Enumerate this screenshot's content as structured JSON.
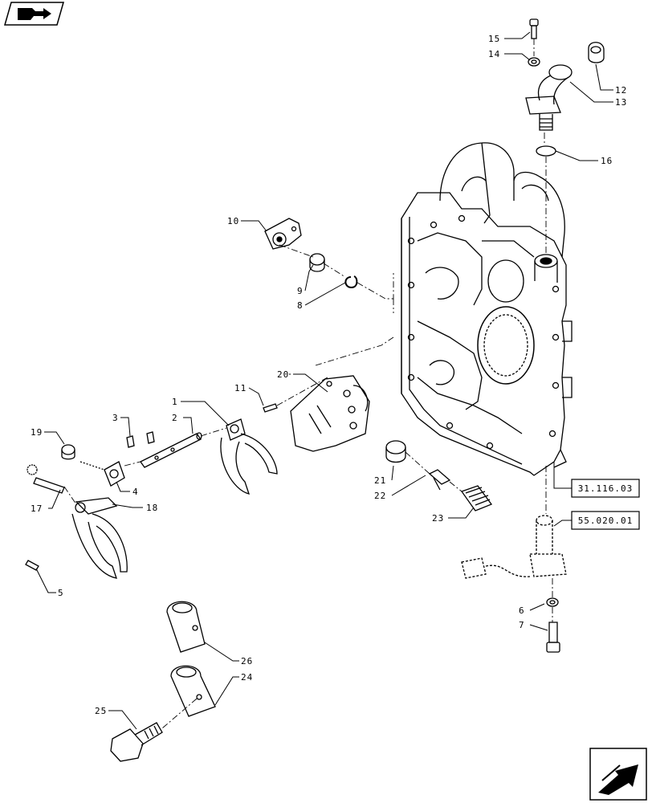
{
  "callouts": {
    "c1": "1",
    "c2": "2",
    "c3": "3",
    "c4": "4",
    "c5": "5",
    "c6": "6",
    "c7": "7",
    "c8": "8",
    "c9": "9",
    "c10": "10",
    "c11": "11",
    "c12": "12",
    "c13": "13",
    "c14": "14",
    "c15": "15",
    "c16": "16",
    "c17": "17",
    "c18": "18",
    "c19": "19",
    "c20": "20",
    "c21": "21",
    "c22": "22",
    "c23": "23",
    "c24": "24",
    "c25": "25",
    "c26": "26"
  },
  "references": {
    "ref_housing": "31.116.03",
    "ref_harness": "55.020.01"
  },
  "icons": {
    "top_left": "book-arrow-icon",
    "bottom_right": "next-page-arrow-icon"
  }
}
